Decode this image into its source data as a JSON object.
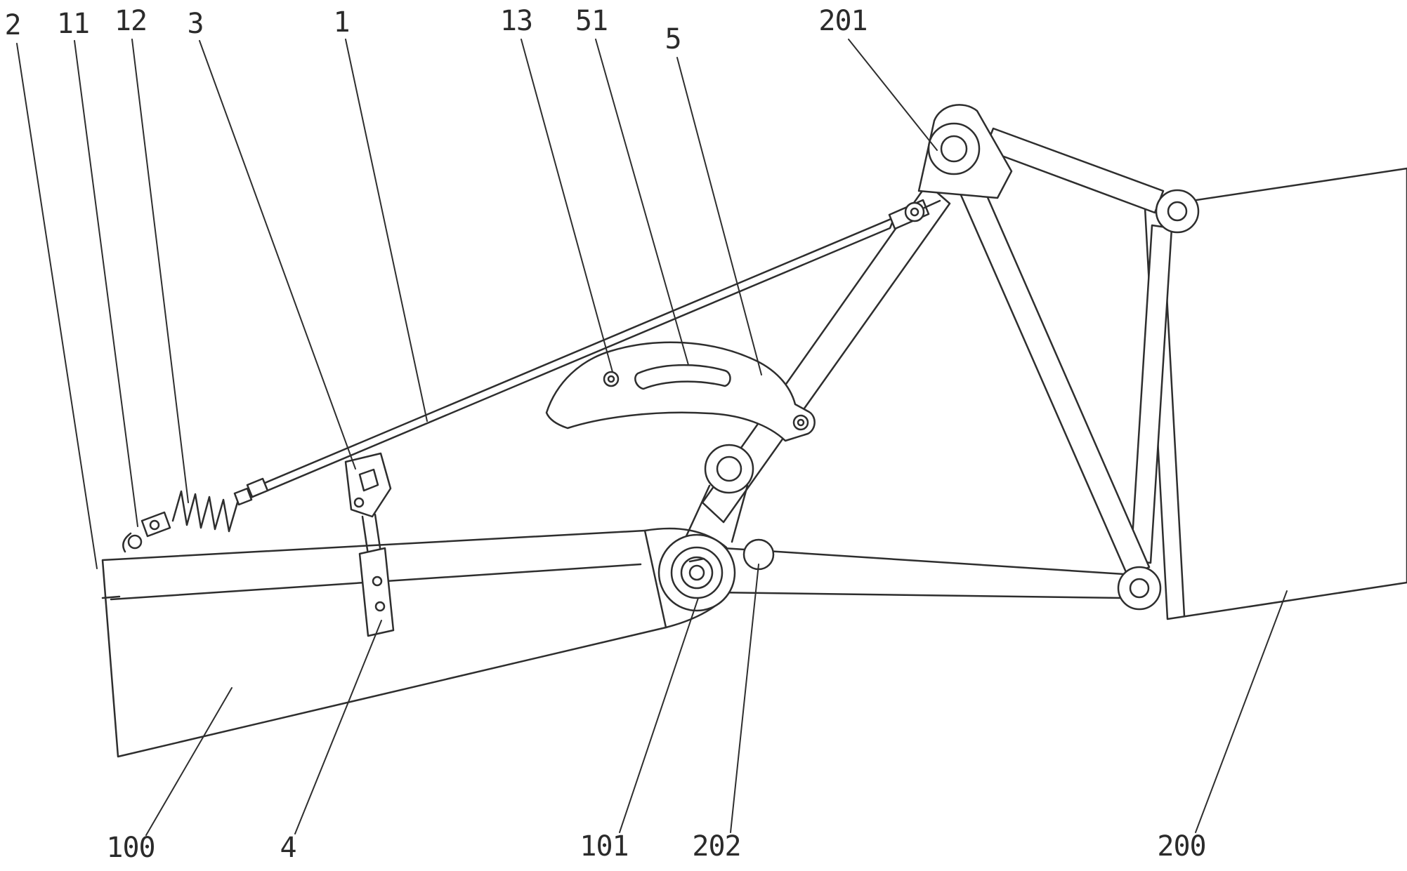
{
  "figure": {
    "background_color": "#ffffff",
    "line_color": "#2e2e2e",
    "reference_labels": {
      "top": [
        "2",
        "11",
        "12",
        "3",
        "1",
        "13",
        "51",
        "5",
        "201"
      ],
      "bottom": [
        "100",
        "4",
        "101",
        "202",
        "200"
      ]
    }
  }
}
